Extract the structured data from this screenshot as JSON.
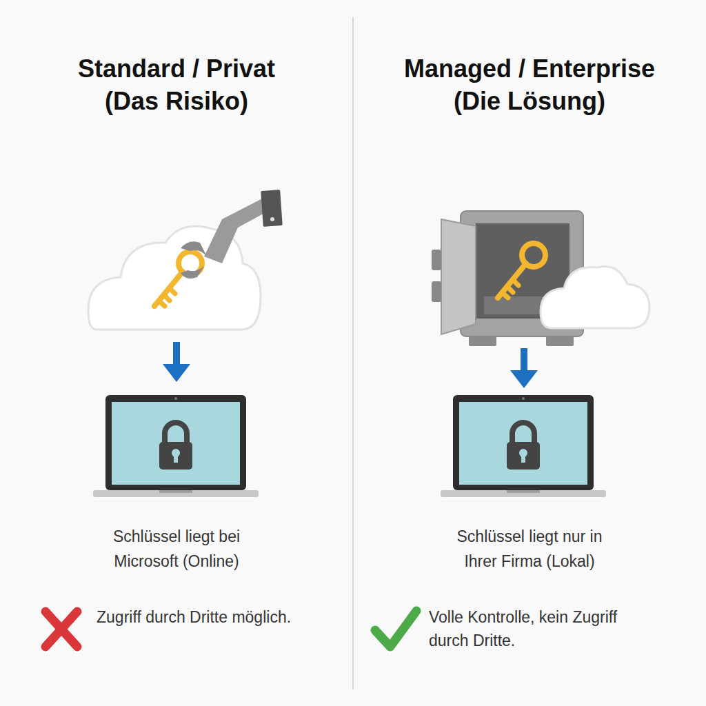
{
  "diagram": {
    "labels": [
      "Standard / Privat (Das Risiko)",
      "Managed / Enterprise (Die Lösung)",
      "Schlüssel liegt bei Microsoft (Online)",
      "Schlüssel liegt nur in Ihrer Firma (Lokal)",
      "Zugriff durch Dritte möglich.",
      "Volle Kontrolle, kein Zugriff durch Dritte."
    ]
  }
}
